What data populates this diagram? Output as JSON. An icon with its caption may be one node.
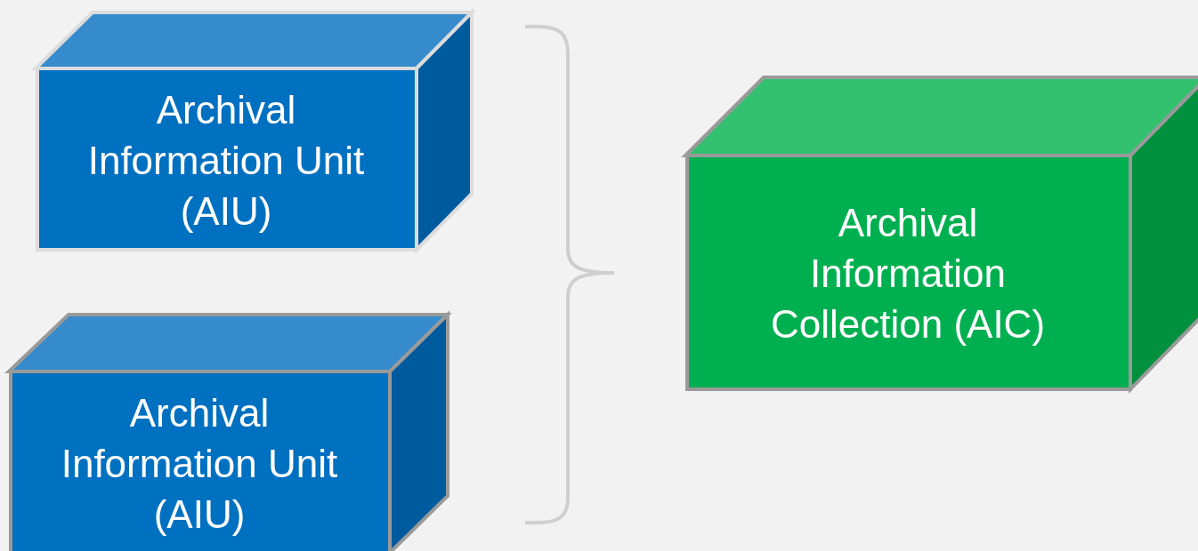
{
  "diagram": {
    "nodes": [
      {
        "text": [
          "Archival Information Unit (AIU)"
        ]
      },
      {
        "text": [
          "Archival Information Unit (AIU)"
        ]
      },
      {
        "text": [
          "Archival Information Collection (AIC)"
        ]
      }
    ]
  }
}
